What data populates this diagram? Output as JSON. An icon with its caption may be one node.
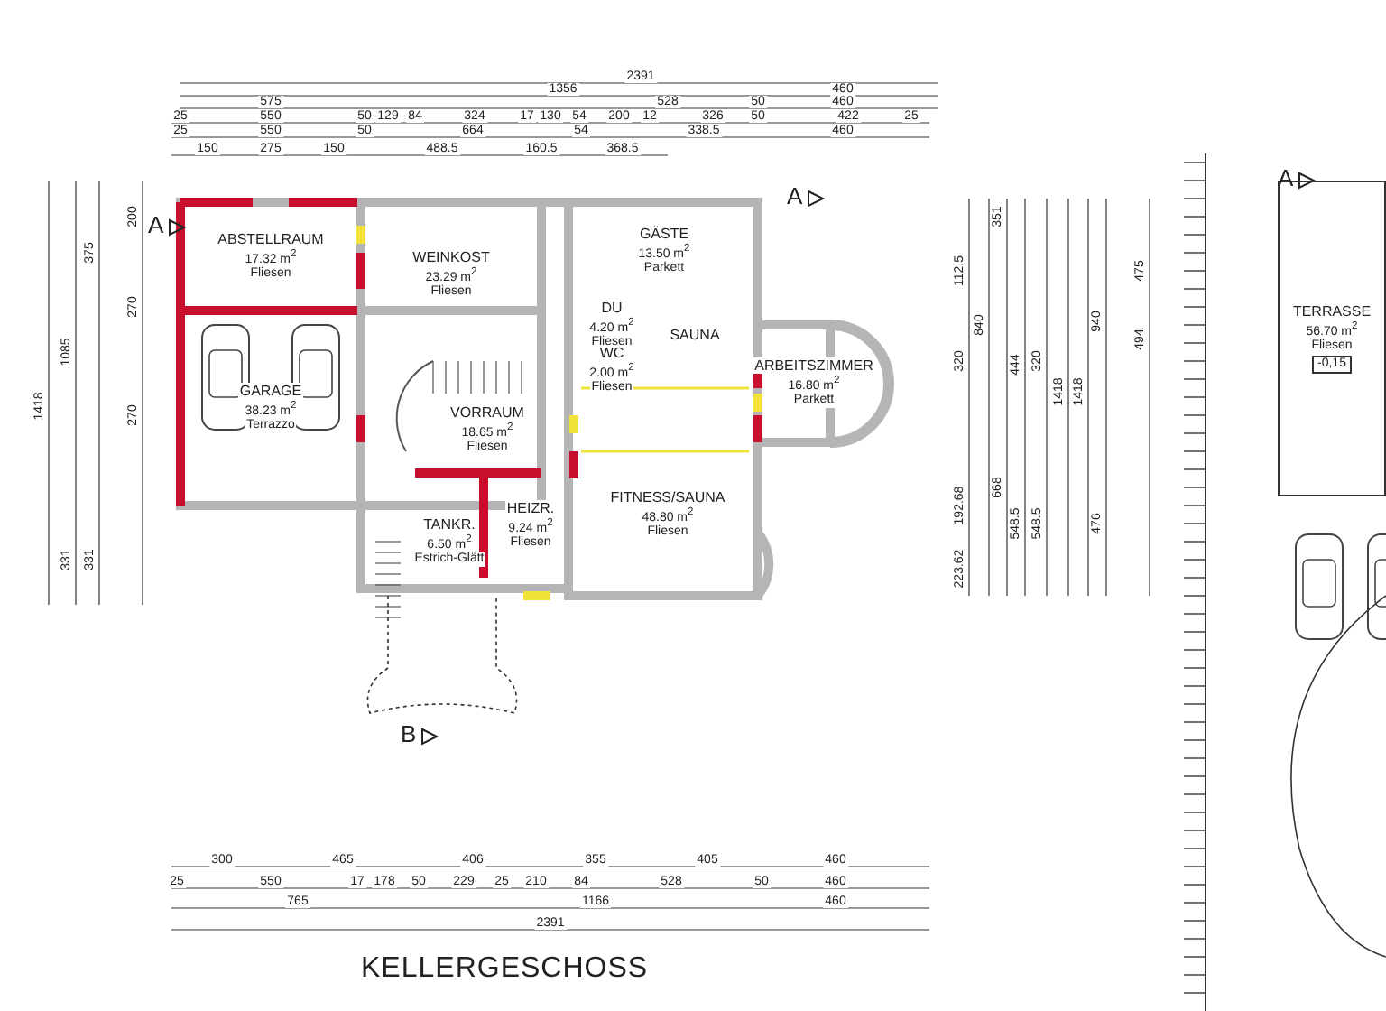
{
  "diagram": {
    "title": "KELLERGESCHOSS",
    "nodes": [
      {
        "text": [
          "ABSTELLRAUM",
          "17.32 m$^{2}$",
          "Fliesen"
        ]
      },
      {
        "text": [
          "WEINKOST",
          "23.29 m$^{2}$",
          "Fliesen"
        ]
      },
      {
        "text": [
          "GÄSTE",
          "13.50 m$^{2}$",
          "Parkett"
        ]
      },
      {
        "text": [
          "GARAGE",
          "38.23 m$^{2}$",
          "Terrazzo"
        ]
      },
      {
        "text": [
          "DU",
          "4.20 m$^{2}$",
          "Fliesen"
        ]
      },
      {
        "text": [
          "SAUNA"
        ]
      },
      {
        "text": [
          "ARBEITSZIMMER",
          "16.80 m$^{2}$",
          "Parkett"
        ]
      },
      {
        "text": [
          "WC",
          "2.00 m$^{2}$",
          "Fliesen"
        ]
      },
      {
        "text": [
          "VORRAUM",
          "18.65 m$^{2}$",
          "Fliesen"
        ]
      },
      {
        "text": [
          "FITNESS/SAUNA",
          "48.80 m$^{2}$",
          "Fliesen"
        ]
      },
      {
        "text": [
          "HEIZR.",
          "9.24 m$^{2}$",
          "Fliesen"
        ]
      },
      {
        "text": [
          "TANKR.",
          "6.50 m$^{2}$",
          "Estrich-Glätt"
        ]
      },
      {
        "text": [
          "TERRASSE",
          "56.70 m$^{2}$",
          "Fliesen",
          "-0,15"
        ]
      }
    ],
    "labels": [
      "A",
      "A",
      "A",
      "B",
      "2391",
      "1356",
      "460",
      "575",
      "528",
      "50",
      "460",
      "25",
      "550",
      "50",
      "129",
      "84",
      "324",
      "17",
      "130",
      "54",
      "200",
      "12",
      "326",
      "50",
      "422",
      "25",
      "25",
      "550",
      "50",
      "664",
      "54",
      "338.5",
      "460",
      "150",
      "275",
      "150",
      "488.5",
      "160.5",
      "368.5",
      "1418",
      "1085",
      "331",
      "375",
      "331",
      "200",
      "270",
      "270",
      "112.5",
      "320",
      "192.68",
      "223.62",
      "840",
      "351",
      "668",
      "444",
      "548.5",
      "320",
      "548.5",
      "1418",
      "1418",
      "940",
      "476",
      "475",
      "494",
      "300",
      "465",
      "406",
      "355",
      "405",
      "460",
      "25",
      "550",
      "17",
      "178",
      "50",
      "229",
      "25",
      "210",
      "84",
      "528",
      "50",
      "460",
      "765",
      "1166",
      "460",
      "2391"
    ]
  }
}
